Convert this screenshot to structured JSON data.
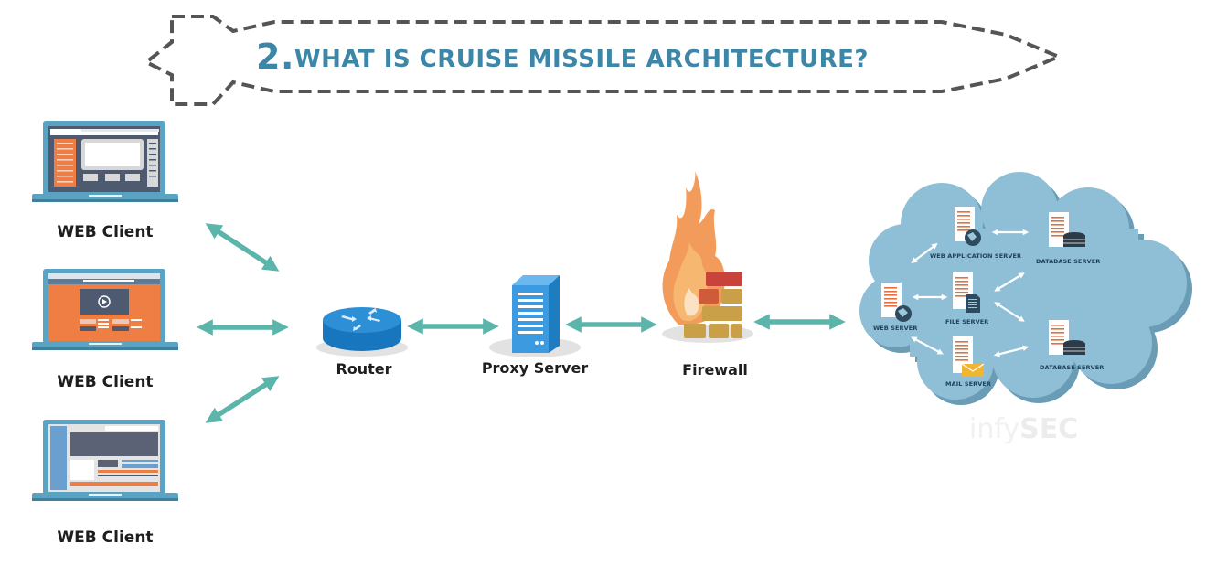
{
  "title": {
    "number": "2.",
    "text": "WHAT IS CRUISE MISSILE ARCHITECTURE?"
  },
  "clients": [
    {
      "label_bold": "WEB",
      "label_rest": "Client",
      "icon": "laptop-dashboard-icon"
    },
    {
      "label_bold": "WEB",
      "label_rest": "Client",
      "icon": "laptop-video-icon"
    },
    {
      "label_bold": "WEB",
      "label_rest": "Client",
      "icon": "laptop-webpage-icon"
    }
  ],
  "nodes": {
    "router": {
      "label": "Router",
      "icon": "router-icon"
    },
    "proxy": {
      "label": "Proxy Server",
      "icon": "server-tower-icon"
    },
    "firewall": {
      "label": "Firewall",
      "icon": "burning-brick-wall-icon"
    }
  },
  "cloud": {
    "servers": [
      {
        "label": "WEB APPLICATION SERVER",
        "icon": "globe-icon"
      },
      {
        "label": "DATABASE SERVER",
        "icon": "database-icon"
      },
      {
        "label": "WEB SERVER",
        "icon": "globe-icon"
      },
      {
        "label": "FILE SERVER",
        "icon": "document-icon"
      },
      {
        "label": "MAIL SERVER",
        "icon": "envelope-icon"
      },
      {
        "label": "DATABASE SERVER",
        "icon": "database-icon"
      }
    ]
  },
  "watermark": {
    "brand_light": "infy",
    "brand_bold": "SEC"
  },
  "colors": {
    "title": "#3c86a8",
    "arrow": "#5bb5aa",
    "cloud": "#8ebfd6",
    "cloud_shadow": "#6a9db5",
    "router": "#1f7fc4",
    "proxy": "#3c9be0",
    "laptop_frame": "#5aa3c2",
    "accent_orange": "#ef7e45"
  }
}
